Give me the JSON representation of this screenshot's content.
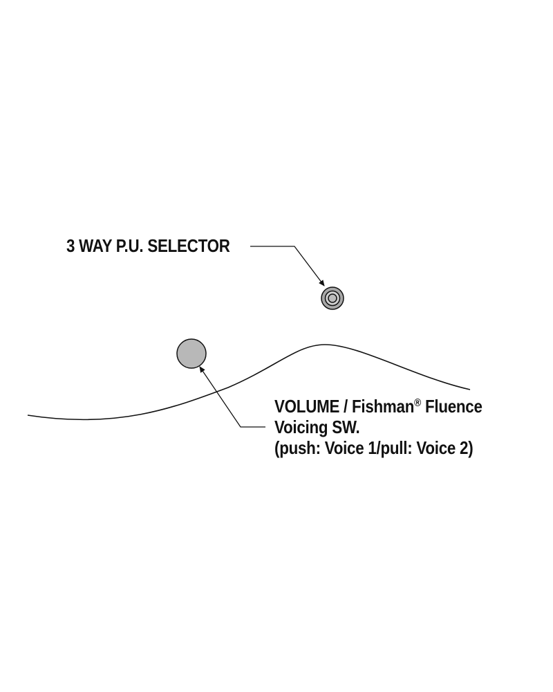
{
  "labels": {
    "selector": "3 WAY P.U. SELECTOR",
    "volume_line1_a": "VOLUME / Fishman",
    "volume_line1_reg": "®",
    "volume_line1_b": " Fluence",
    "volume_line2": "Voicing SW.",
    "volume_line3": "(push: Voice 1/pull: Voice 2)"
  },
  "colors": {
    "ink": "#111111",
    "knob_fill": "#b8b8b8",
    "selector_fill": "#a8a8a8",
    "selector_inner": "#d0d0d0",
    "background": "#ffffff"
  }
}
